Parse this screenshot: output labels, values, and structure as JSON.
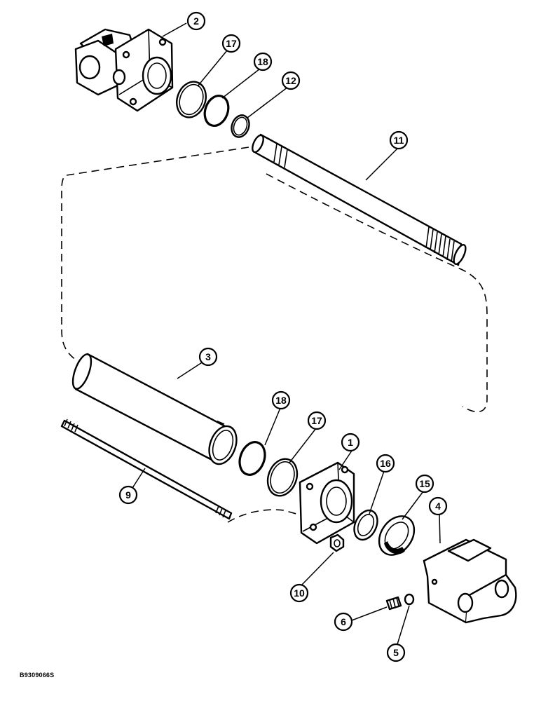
{
  "figure_code": "B9309066S",
  "callouts": {
    "c2": "2",
    "c17a": "17",
    "c18a": "18",
    "c12": "12",
    "c11": "11",
    "c3": "3",
    "c18b": "18",
    "c17b": "17",
    "c1": "1",
    "c16": "16",
    "c15": "15",
    "c4": "4",
    "c9": "9",
    "c10": "10",
    "c6": "6",
    "c5": "5"
  }
}
